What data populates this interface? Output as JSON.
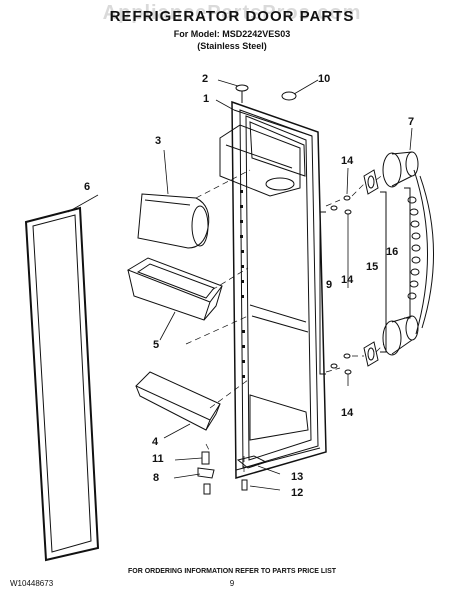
{
  "watermark": "AppliancePartsPros.com",
  "title": "REFRIGERATOR DOOR PARTS",
  "model": "For Model: MSD2242VES03",
  "variant": "(Stainless Steel)",
  "footer_note": "FOR ORDERING INFORMATION REFER TO PARTS PRICE LIST",
  "doc_number": "W10448673",
  "page_number": "9",
  "callouts": [
    "1",
    "2",
    "3",
    "4",
    "5",
    "6",
    "7",
    "8",
    "9",
    "10",
    "11",
    "12",
    "13",
    "14",
    "14",
    "14",
    "15",
    "16"
  ]
}
